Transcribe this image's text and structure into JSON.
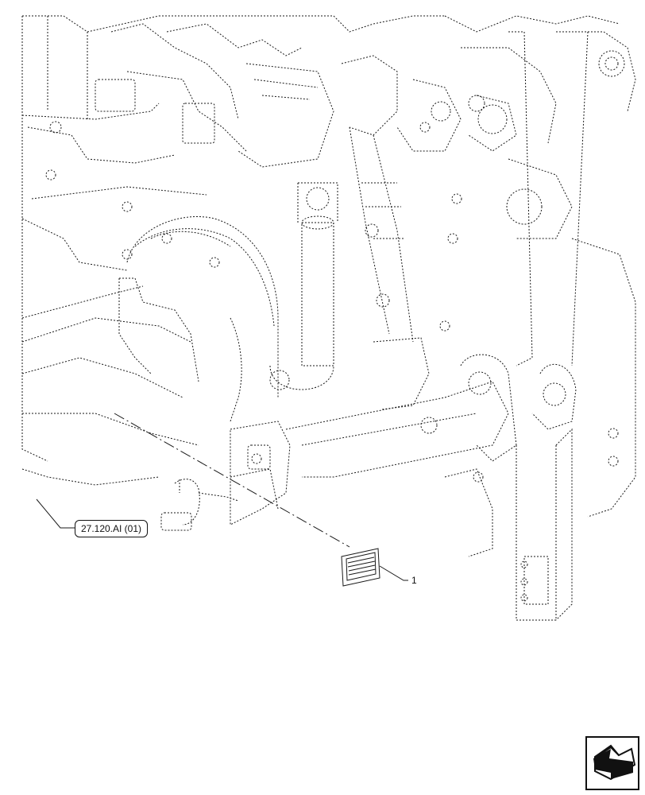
{
  "diagram": {
    "callouts": [
      {
        "id": "item-1",
        "label": "1"
      }
    ],
    "reference": {
      "label": "27.120.AI (01)"
    },
    "icons": {
      "navigation": "view-orientation-arrow-icon"
    }
  }
}
